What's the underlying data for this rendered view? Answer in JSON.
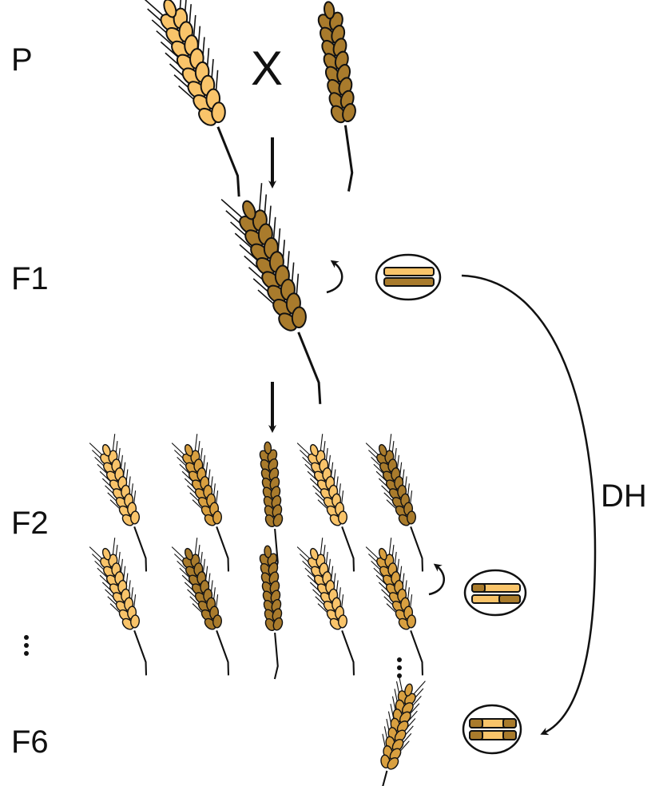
{
  "labels": {
    "p": "P",
    "f1": "F1",
    "f2": "F2",
    "f6": "F6",
    "cross": "X",
    "dh": "DH"
  },
  "colors": {
    "light_grain": "#F9C46A",
    "dark_grain": "#A97B2C",
    "mid_grain": "#D9A040",
    "outline": "#111111",
    "background": "#FFFFFF"
  },
  "icons": {
    "light_parent": "wheat-ear-light-icon",
    "dark_parent": "wheat-ear-dark-icon",
    "f1_plant": "wheat-ear-f1-icon",
    "chromosome": "chromosome-pair-icon",
    "selfing": "self-pollination-arrow-icon"
  }
}
